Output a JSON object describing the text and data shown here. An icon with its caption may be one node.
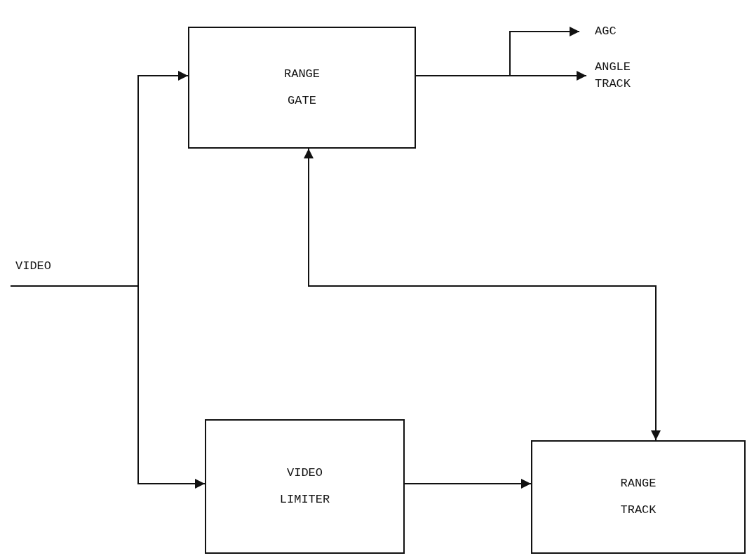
{
  "diagram": {
    "nodes": [
      {
        "text": [
          "RANGE GATE"
        ]
      },
      {
        "text": [
          "VIDEO LIMITER"
        ]
      },
      {
        "text": [
          "RANGE TRACK"
        ]
      },
      {
        "text": [
          "AGC"
        ]
      },
      {
        "text": [
          "ANGLE TRACK"
        ]
      }
    ],
    "edges": [
      {
        "from": null,
        "to": 0,
        "arrow": "to"
      },
      {
        "from": null,
        "to": 1,
        "arrow": "to"
      },
      {
        "from": 0,
        "to": 3,
        "arrow": "to"
      },
      {
        "from": 0,
        "to": 4,
        "arrow": "to"
      },
      {
        "from": 1,
        "to": 2,
        "arrow": "to"
      },
      {
        "from": 2,
        "to": 0,
        "arrow": "both"
      }
    ],
    "labels": [
      "VIDEO"
    ]
  }
}
